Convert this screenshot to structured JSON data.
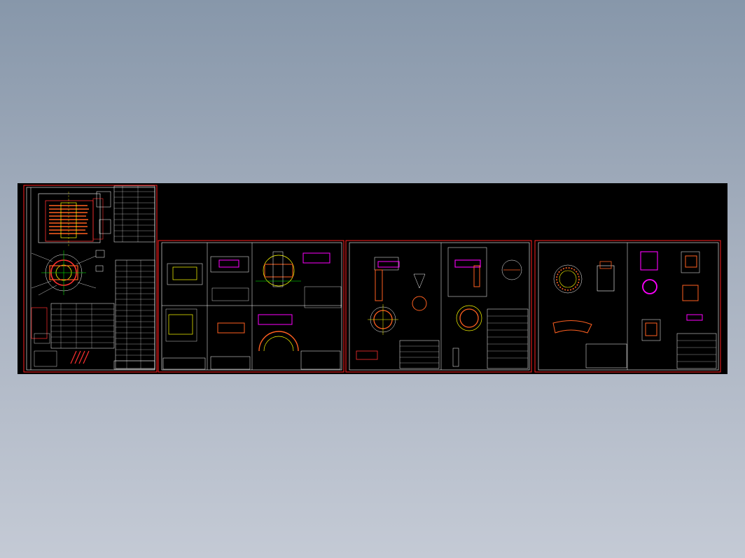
{
  "drawing_sheets": [
    {
      "name": "sheet-assembly"
    },
    {
      "name": "sheet-details-1"
    },
    {
      "name": "sheet-details-2"
    },
    {
      "name": "sheet-details-3"
    }
  ],
  "colors": {
    "background": "#000000",
    "frame": "#ff2020",
    "line": "#ffffff",
    "hatch": "#ff3030",
    "accent_yellow": "#ffff00",
    "accent_magenta": "#ff00ff",
    "accent_green": "#00ff00",
    "accent_cyan": "#00ffff"
  }
}
